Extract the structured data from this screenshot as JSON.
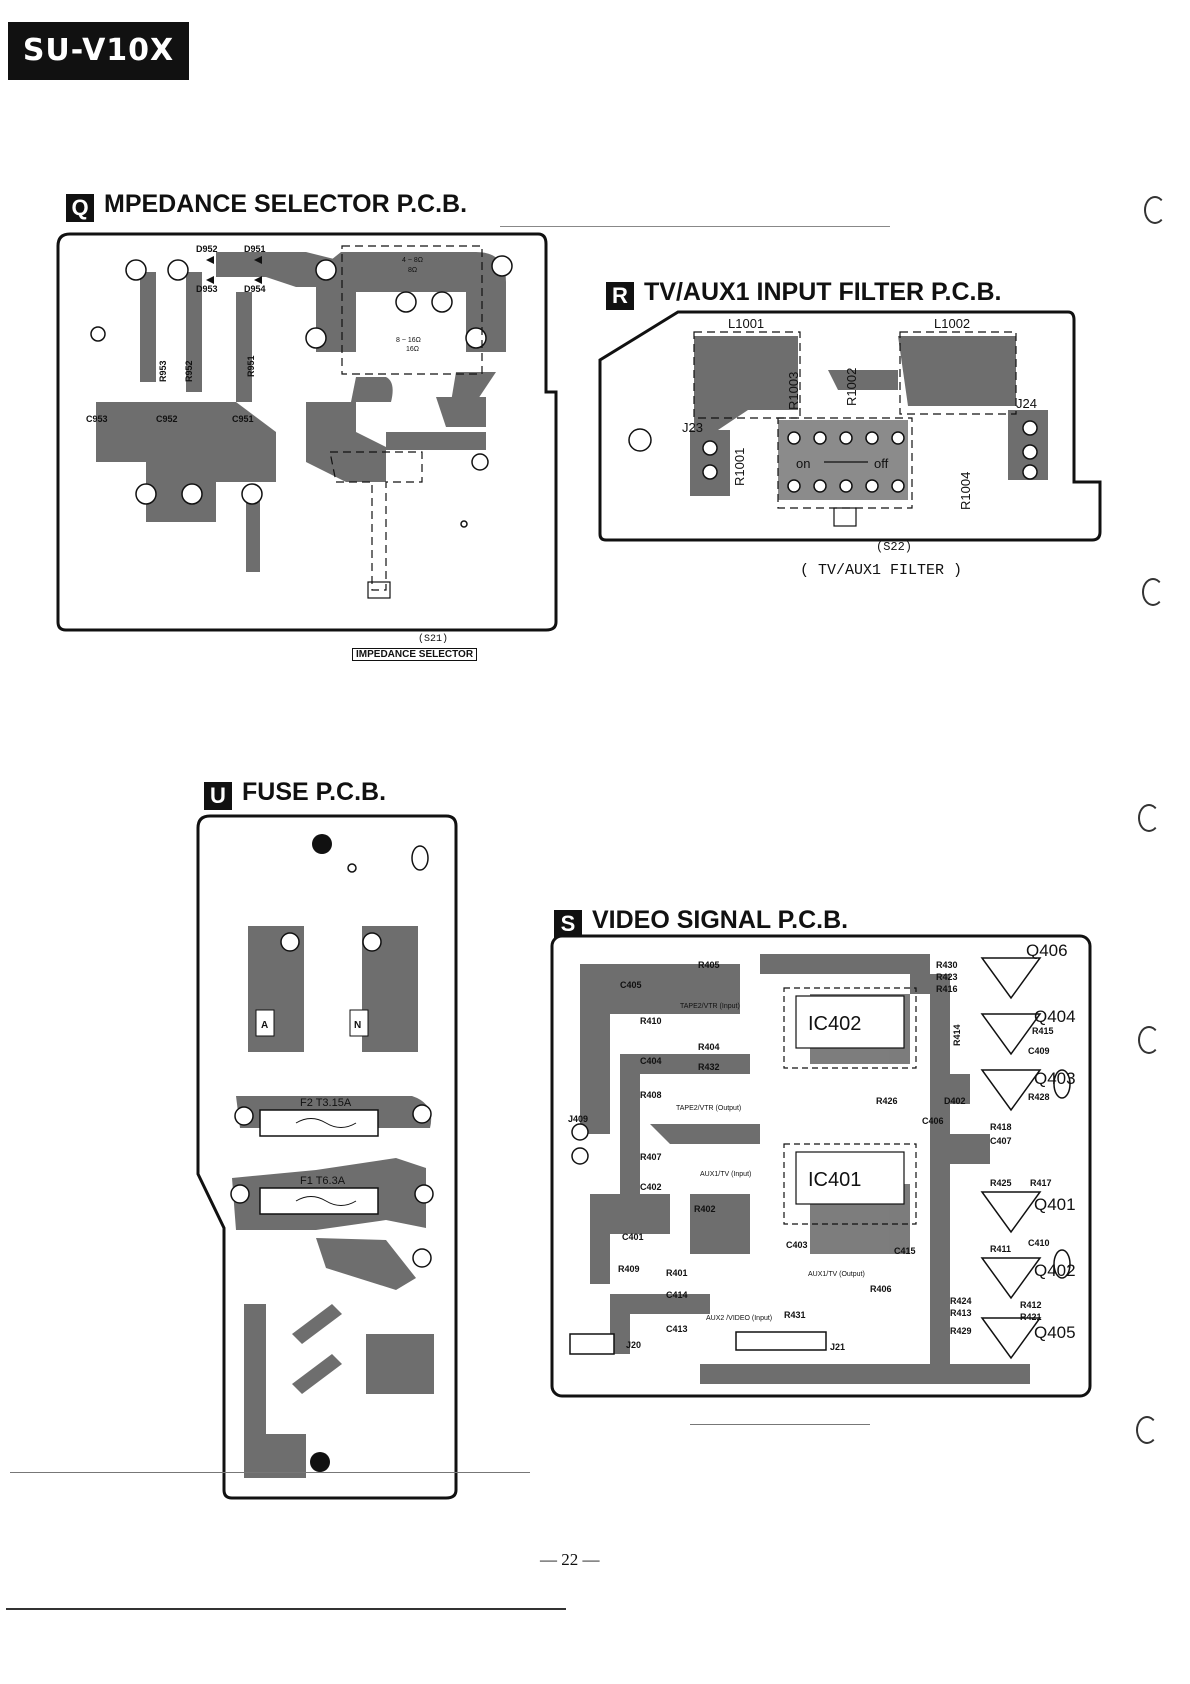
{
  "header": {
    "model": "SU-V10X"
  },
  "sections": {
    "q": {
      "letter": "Q",
      "title": "MPEDANCE SELECTOR P.C.B.",
      "labels": {
        "d952": "D952",
        "d951": "D951",
        "d953": "D953",
        "d954": "D954",
        "r953": "R953",
        "r952": "R952",
        "r951": "R951",
        "c953": "C953",
        "c952": "C952",
        "c951": "C951",
        "imp1": "4 ~ 8Ω",
        "imp2": "8Ω",
        "imp3": "8 ~ 16Ω",
        "imp4": "16Ω"
      },
      "switch_ref": "(S21)",
      "caption": "IMPEDANCE SELECTOR"
    },
    "r": {
      "letter": "R",
      "title": "TV/AUX1 INPUT FILTER P.C.B.",
      "labels": {
        "l1001": "L1001",
        "l1002": "L1002",
        "r1001": "R1001",
        "r1002": "R1002",
        "r1003": "R1003",
        "r1004": "R1004",
        "j23": "J23",
        "j24": "J24",
        "on": "on",
        "off": "off"
      },
      "switch_ref": "(S22)",
      "caption": "( TV/AUX1 FILTER )"
    },
    "u": {
      "letter": "U",
      "title": "FUSE P.C.B.",
      "labels": {
        "a": "A",
        "n": "N",
        "f2": "F2 T3.15A",
        "f1": "F1 T6.3A"
      }
    },
    "s": {
      "letter": "S",
      "title": "VIDEO SIGNAL P.C.B.",
      "labels": {
        "ic402": "IC402",
        "ic401": "IC401",
        "q406": "Q406",
        "q404": "Q404",
        "q403": "Q403",
        "q401": "Q401",
        "q402": "Q402",
        "q405": "Q405",
        "r405": "R405",
        "r410": "R410",
        "r404": "R404",
        "r432": "R432",
        "r408": "R408",
        "r407": "R407",
        "r402": "R402",
        "r401": "R401",
        "r409": "R409",
        "r406": "R406",
        "r431": "R431",
        "r426": "R426",
        "r430": "R430",
        "r423": "R423",
        "r416": "R416",
        "r414": "R414",
        "r415": "R415",
        "r428": "R428",
        "r418": "R418",
        "r425": "R425",
        "r417": "R417",
        "r411": "R411",
        "r424": "R424",
        "r413": "R413",
        "r429": "R429",
        "r412": "R412",
        "r421": "R421",
        "c405": "C405",
        "c404": "C404",
        "c402": "C402",
        "c401": "C401",
        "c414": "C414",
        "c413": "C413",
        "c403": "C403",
        "c406": "C406",
        "c409": "C409",
        "c407": "C407",
        "c410": "C410",
        "c415": "C415",
        "d402": "D402",
        "j409": "J409",
        "j20": "J20",
        "j21": "J21",
        "tape_in": "TAPE2/VTR (Input)",
        "tape_out": "TAPE2/VTR (Output)",
        "aux_tv_in": "AUX1/TV (Input)",
        "aux_tv_out": "AUX1/TV (Output)",
        "aux_video_in": "AUX2 /VIDEO (Input)"
      }
    }
  },
  "footer": {
    "page_number": "— 22 —"
  }
}
